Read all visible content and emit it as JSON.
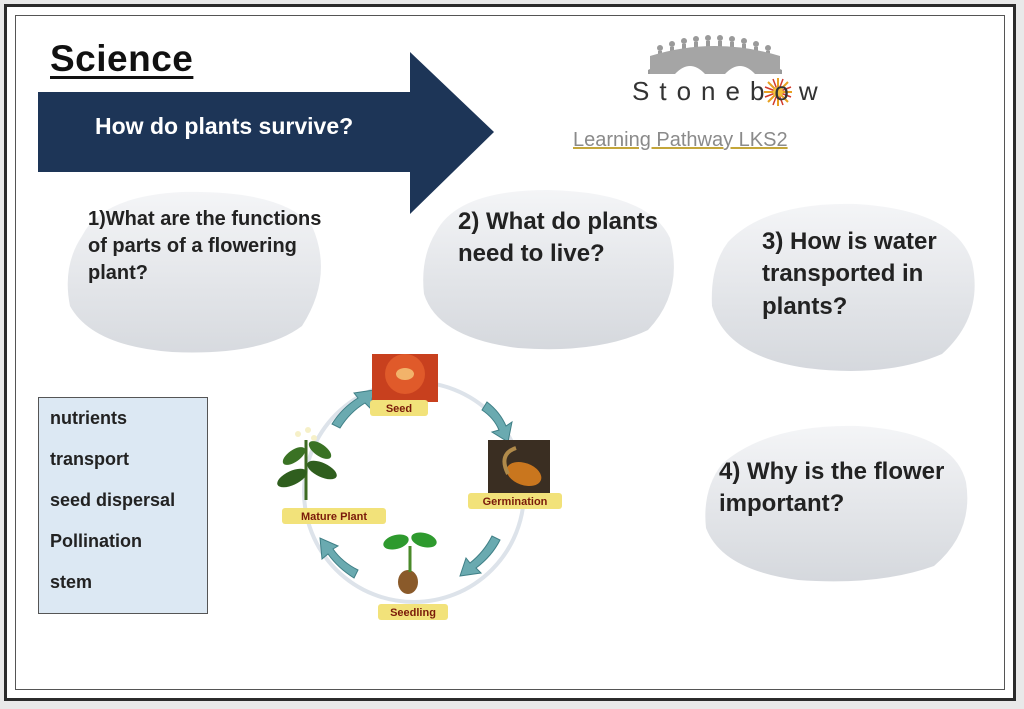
{
  "page": {
    "title": "Science",
    "big_question": "How do plants survive?"
  },
  "logo": {
    "name": "Stonebow",
    "tagline": "Learning Pathway LKS2"
  },
  "questions": [
    {
      "text": "1)What are the functions of parts of a flowering plant?"
    },
    {
      "text": "2) What do plants need to live?"
    },
    {
      "text": "3) How is water transported in plants?"
    },
    {
      "text": "4) Why is the flower important?"
    }
  ],
  "vocabulary": [
    "nutrients",
    "transport",
    "seed dispersal",
    "Pollination",
    "stem"
  ],
  "life_cycle": {
    "stages": [
      "Seed",
      "Germination",
      "Seedling",
      "Mature Plant"
    ]
  },
  "colors": {
    "arrow": "#1d3557",
    "vocab_box": "#dce8f3",
    "stone": "#e4e6ea",
    "cycle_arrow": "#6aaab0"
  }
}
